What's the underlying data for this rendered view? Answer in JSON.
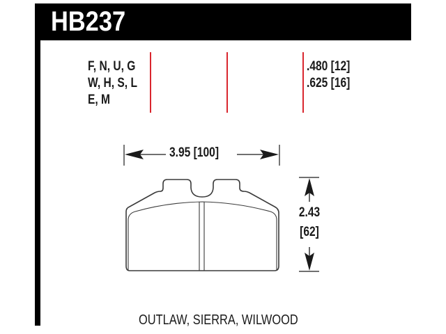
{
  "header": {
    "part_number": "HB237"
  },
  "compounds": {
    "lines": [
      "F, N, U, G",
      "W, H, S, L",
      "E, M"
    ]
  },
  "thickness": {
    "lines": [
      ".480 [12]",
      ".625 [16]"
    ]
  },
  "dimensions": {
    "width_label": "3.95 [100]",
    "height_inches": "2.43",
    "height_mm": "[62]"
  },
  "applications": {
    "text": "OUTLAW, SIERRA, WILWOOD"
  },
  "colors": {
    "header_bg": "#000000",
    "header_text": "#ffffff",
    "divider_red": "#d9262e",
    "outline": "#3a3a3a",
    "text": "#1a1a1a"
  }
}
